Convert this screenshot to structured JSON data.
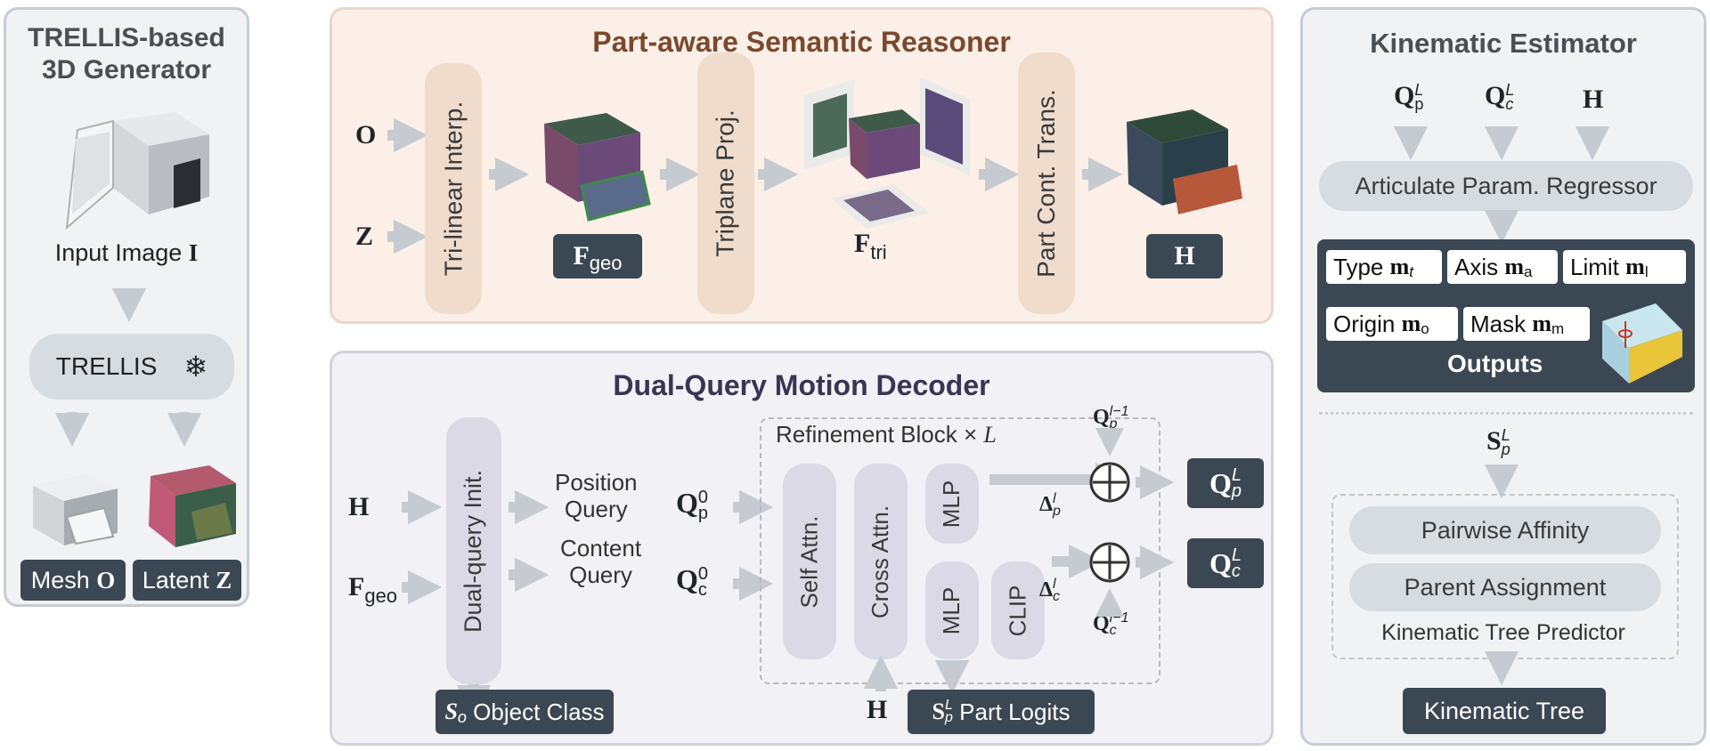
{
  "colors": {
    "arrow": "#c5cbd0",
    "dark_box": "#3b4753",
    "reasoner_bg": "#fbefe7",
    "reasoner_title": "#7a4a2e",
    "decoder_bg": "#f2f1f6",
    "decoder_title": "#3a3553",
    "side_bg": "#f0f2f4"
  },
  "generator": {
    "title_line1": "TRELLIS-based",
    "title_line2": "3D Generator",
    "input_label": "Input Image",
    "input_symbol": "I",
    "trellis_label": "TRELLIS",
    "frozen_icon": "snowflake-icon",
    "mesh_label": "Mesh",
    "mesh_symbol": "O",
    "latent_label": "Latent",
    "latent_symbol": "Z"
  },
  "reasoner": {
    "title": "Part-aware Semantic Reasoner",
    "input_o": "O",
    "input_z": "Z",
    "trilinear": "Tri-linear Interp.",
    "triplane": "Triplane Proj.",
    "part_cont": "Part Cont. Trans.",
    "f_geo": "F",
    "f_geo_sub": "geo",
    "f_tri": "F",
    "f_tri_sub": "tri",
    "h_out": "H"
  },
  "decoder": {
    "title": "Dual-Query Motion Decoder",
    "input_h": "H",
    "input_fgeo": "F",
    "input_fgeo_sub": "geo",
    "dual_init": "Dual-query Init.",
    "position_query_1": "Position",
    "position_query_2": "Query",
    "content_query_1": "Content",
    "content_query_2": "Query",
    "q_p0": "Q",
    "q_p0_sub": "p",
    "q_p0_sup": "0",
    "q_c0": "Q",
    "q_c0_sub": "c",
    "q_c0_sup": "0",
    "refinement_label": "Refinement Block × ",
    "refinement_l": "L",
    "self_attn": "Self Attn.",
    "cross_attn": "Cross Attn.",
    "mlp_top": "MLP",
    "mlp_bottom": "MLP",
    "clip": "CLIP",
    "delta_p": "Δ",
    "delta_p_sub": "p",
    "delta_p_sup": "l",
    "delta_c": "Δ",
    "delta_c_sub": "c",
    "delta_c_sup": "l",
    "q_p_prev": "Q",
    "q_p_prev_sub": "p",
    "q_p_prev_sup": "l−1",
    "q_c_prev": "Q",
    "q_c_prev_sub": "c",
    "q_c_prev_sup": "l−1",
    "q_p_out": "Q",
    "q_p_out_sub": "p",
    "q_p_out_sup": "L",
    "q_c_out": "Q",
    "q_c_out_sub": "c",
    "q_c_out_sup": "L",
    "h_bottom": "H",
    "object_class_sym": "S",
    "object_class_sub": "o",
    "object_class": "Object Class",
    "part_logits_sym": "S",
    "part_logits_sub": "p",
    "part_logits_sup": "L",
    "part_logits": "Part Logits"
  },
  "estimator": {
    "title": "Kinematic Estimator",
    "q_p": "Q",
    "q_p_sub": "p",
    "q_p_sup": "L",
    "q_c": "Q",
    "q_c_sub": "c",
    "q_c_sup": "L",
    "h": "H",
    "regressor": "Articulate Param. Regressor",
    "type_label": "Type",
    "type_sym": "m",
    "type_sub": "t",
    "axis_label": "Axis",
    "axis_sym": "m",
    "axis_sub": "a",
    "limit_label": "Limit",
    "limit_sym": "m",
    "limit_sub": "l",
    "origin_label": "Origin",
    "origin_sym": "m",
    "origin_sub": "o",
    "mask_label": "Mask",
    "mask_sym": "m",
    "mask_sub": "m",
    "outputs_label": "Outputs",
    "s_p": "S",
    "s_p_sub": "p",
    "s_p_sup": "L",
    "pairwise": "Pairwise Affinity",
    "parent": "Parent Assignment",
    "tree_predictor": "Kinematic Tree Predictor",
    "tree": "Kinematic Tree"
  }
}
